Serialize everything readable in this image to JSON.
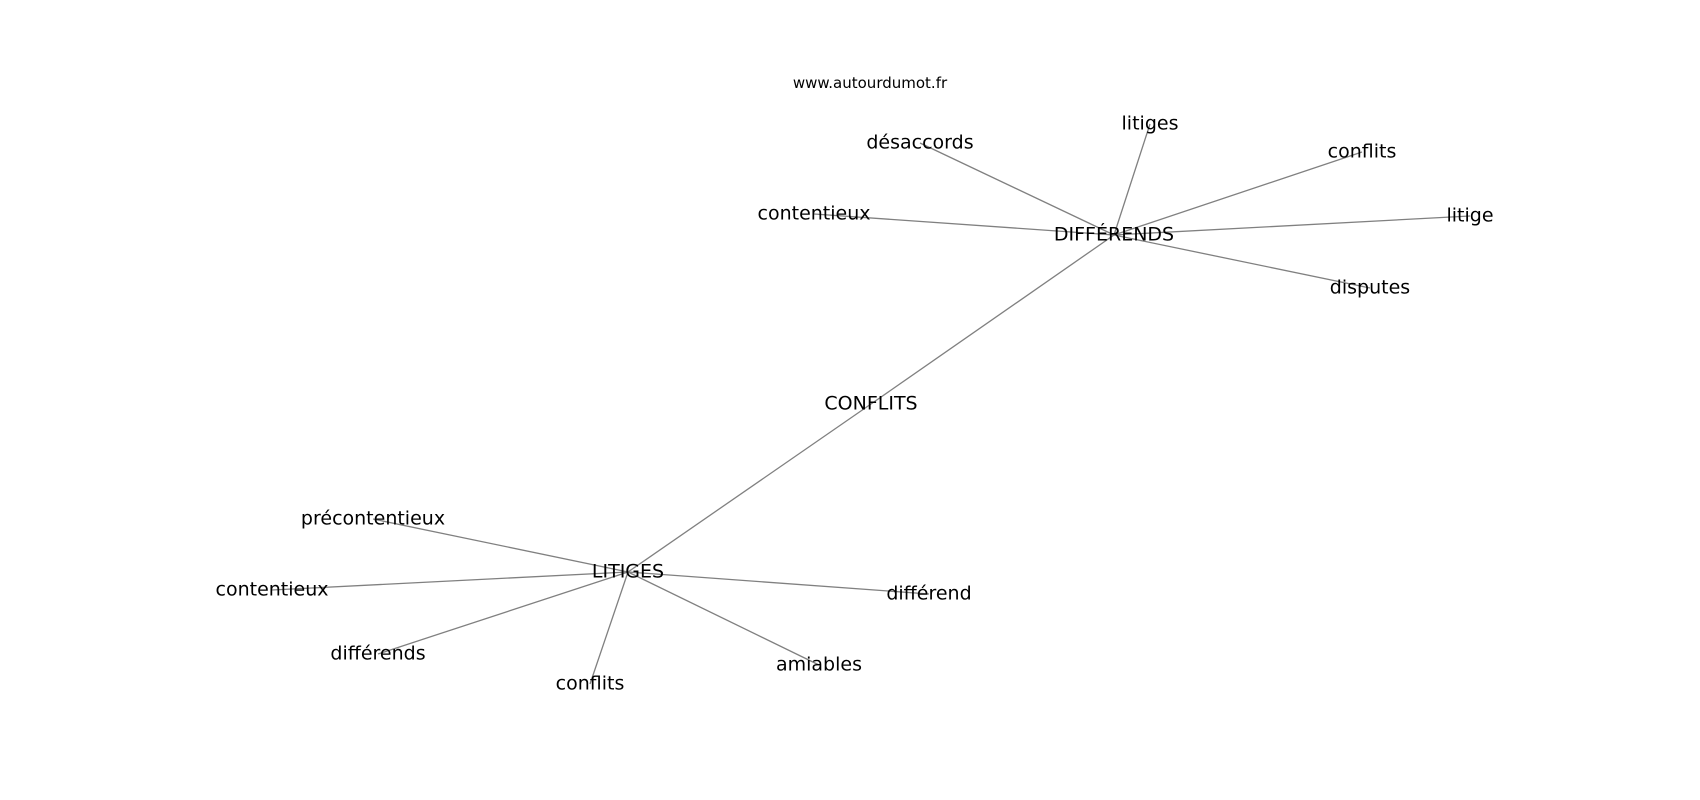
{
  "source": "www.autourdumot.fr",
  "graph": {
    "nodes": [
      {
        "id": "center",
        "label": "CONFLITS",
        "slug": "conflits-center"
      },
      {
        "id": "hub1",
        "label": "DIFFÉRENDS",
        "slug": "differends-hub"
      },
      {
        "id": "hub2",
        "label": "LITIGES",
        "slug": "litiges-hub"
      },
      {
        "id": "d1",
        "label": "désaccords",
        "slug": "desaccords"
      },
      {
        "id": "d2",
        "label": "litiges",
        "slug": "litiges"
      },
      {
        "id": "d3",
        "label": "conflits",
        "slug": "conflits-1"
      },
      {
        "id": "d4",
        "label": "contentieux",
        "slug": "contentieux-1"
      },
      {
        "id": "d5",
        "label": "litige",
        "slug": "litige"
      },
      {
        "id": "d6",
        "label": "disputes",
        "slug": "disputes"
      },
      {
        "id": "l1",
        "label": "précontentieux",
        "slug": "precontentieux"
      },
      {
        "id": "l2",
        "label": "contentieux",
        "slug": "contentieux-2"
      },
      {
        "id": "l3",
        "label": "différend",
        "slug": "differend"
      },
      {
        "id": "l4",
        "label": "différends",
        "slug": "differends"
      },
      {
        "id": "l5",
        "label": "conflits",
        "slug": "conflits-2"
      },
      {
        "id": "l6",
        "label": "amiables",
        "slug": "amiables"
      }
    ],
    "edges": [
      [
        "center",
        "hub1"
      ],
      [
        "center",
        "hub2"
      ],
      [
        "hub1",
        "d1"
      ],
      [
        "hub1",
        "d2"
      ],
      [
        "hub1",
        "d3"
      ],
      [
        "hub1",
        "d4"
      ],
      [
        "hub1",
        "d5"
      ],
      [
        "hub1",
        "d6"
      ],
      [
        "hub2",
        "l1"
      ],
      [
        "hub2",
        "l2"
      ],
      [
        "hub2",
        "l3"
      ],
      [
        "hub2",
        "l4"
      ],
      [
        "hub2",
        "l5"
      ],
      [
        "hub2",
        "l6"
      ]
    ]
  }
}
